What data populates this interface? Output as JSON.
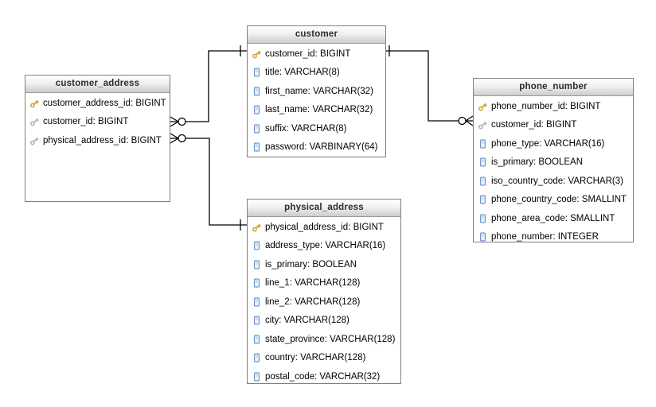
{
  "diagram": {
    "type": "entity-relationship-diagram",
    "background": "#ffffff",
    "tables": [
      {
        "id": "customer",
        "title": "customer",
        "columns": [
          {
            "icon": "primary-key-icon",
            "label": "customer_id: BIGINT"
          },
          {
            "icon": "column-icon",
            "label": "title: VARCHAR(8)"
          },
          {
            "icon": "column-icon",
            "label": "first_name: VARCHAR(32)"
          },
          {
            "icon": "column-icon",
            "label": "last_name: VARCHAR(32)"
          },
          {
            "icon": "column-icon",
            "label": "suffix: VARCHAR(8)"
          },
          {
            "icon": "column-icon",
            "label": "password: VARBINARY(64)"
          }
        ]
      },
      {
        "id": "customer_address",
        "title": "customer_address",
        "columns": [
          {
            "icon": "primary-key-icon",
            "label": "customer_address_id: BIGINT"
          },
          {
            "icon": "foreign-key-icon",
            "label": "customer_id: BIGINT"
          },
          {
            "icon": "foreign-key-icon",
            "label": "physical_address_id: BIGINT"
          }
        ]
      },
      {
        "id": "phone_number",
        "title": "phone_number",
        "columns": [
          {
            "icon": "primary-key-icon",
            "label": "phone_number_id: BIGINT"
          },
          {
            "icon": "foreign-key-icon",
            "label": "customer_id: BIGINT"
          },
          {
            "icon": "column-icon",
            "label": "phone_type: VARCHAR(16)"
          },
          {
            "icon": "column-icon",
            "label": "is_primary: BOOLEAN"
          },
          {
            "icon": "column-icon",
            "label": "iso_country_code: VARCHAR(3)"
          },
          {
            "icon": "column-icon",
            "label": "phone_country_code: SMALLINT"
          },
          {
            "icon": "column-icon",
            "label": "phone_area_code: SMALLINT"
          },
          {
            "icon": "column-icon",
            "label": "phone_number: INTEGER"
          }
        ]
      },
      {
        "id": "physical_address",
        "title": "physical_address",
        "columns": [
          {
            "icon": "primary-key-icon",
            "label": "physical_address_id: BIGINT"
          },
          {
            "icon": "column-icon",
            "label": "address_type: VARCHAR(16)"
          },
          {
            "icon": "column-icon",
            "label": "is_primary: BOOLEAN"
          },
          {
            "icon": "column-icon",
            "label": "line_1: VARCHAR(128)"
          },
          {
            "icon": "column-icon",
            "label": "line_2: VARCHAR(128)"
          },
          {
            "icon": "column-icon",
            "label": "city: VARCHAR(128)"
          },
          {
            "icon": "column-icon",
            "label": "state_province: VARCHAR(128)"
          },
          {
            "icon": "column-icon",
            "label": "country: VARCHAR(128)"
          },
          {
            "icon": "column-icon",
            "label": "postal_code: VARCHAR(32)"
          }
        ]
      }
    ],
    "relationships": [
      {
        "name": "customer_address-customer",
        "from": "customer_address.customer_id",
        "to": "customer.customer_id",
        "from_cardinality": "zero-or-many",
        "to_cardinality": "one"
      },
      {
        "name": "customer_address-physical_address",
        "from": "customer_address.physical_address_id",
        "to": "physical_address.physical_address_id",
        "from_cardinality": "zero-or-many",
        "to_cardinality": "one"
      },
      {
        "name": "phone_number-customer",
        "from": "phone_number.customer_id",
        "to": "customer.customer_id",
        "from_cardinality": "zero-or-many",
        "to_cardinality": "one"
      }
    ],
    "colors": {
      "table_border": "#7f7f7f",
      "header_gradient_top": "#ffffff",
      "header_gradient_bottom": "#cccccc",
      "primary_key_icon": "#dba32b",
      "foreign_key_icon": "#b3b3b3",
      "column_icon_stroke": "#7396c8",
      "column_icon_fill": "#eaf3fd",
      "connector_line": "#000000"
    }
  }
}
